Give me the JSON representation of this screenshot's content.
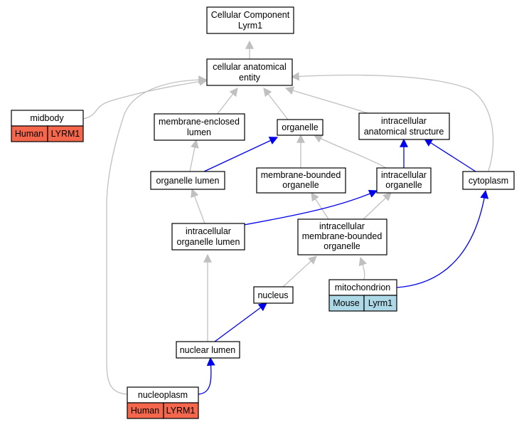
{
  "colors": {
    "is_a_edge": "#c0c0c0",
    "part_of_edge": "#0000ee",
    "human_tag": "#f4674d",
    "mouse_tag": "#add8e6"
  },
  "nodes": {
    "root": {
      "lines": [
        "Cellular Component",
        "Lyrm1"
      ]
    },
    "cae": {
      "lines": [
        "cellular anatomical",
        "entity"
      ]
    },
    "midbody": {
      "lines": [
        "midbody"
      ],
      "tags": [
        "Human",
        "LYRM1"
      ]
    },
    "mel": {
      "lines": [
        "membrane-enclosed",
        "lumen"
      ]
    },
    "organelle": {
      "lines": [
        "organelle"
      ]
    },
    "ias": {
      "lines": [
        "intracellular",
        "anatomical structure"
      ]
    },
    "ol": {
      "lines": [
        "organelle lumen"
      ]
    },
    "mbo": {
      "lines": [
        "membrane-bounded",
        "organelle"
      ]
    },
    "io": {
      "lines": [
        "intracellular",
        "organelle"
      ]
    },
    "cytoplasm": {
      "lines": [
        "cytoplasm"
      ]
    },
    "iol": {
      "lines": [
        "intracellular",
        "organelle lumen"
      ]
    },
    "imbo": {
      "lines": [
        "intracellular",
        "membrane-bounded",
        "organelle"
      ]
    },
    "mito": {
      "lines": [
        "mitochondrion"
      ],
      "tags": [
        "Mouse",
        "Lyrm1"
      ]
    },
    "nucleus": {
      "lines": [
        "nucleus"
      ]
    },
    "nl": {
      "lines": [
        "nuclear lumen"
      ]
    },
    "np": {
      "lines": [
        "nucleoplasm"
      ],
      "tags": [
        "Human",
        "LYRM1"
      ]
    }
  }
}
